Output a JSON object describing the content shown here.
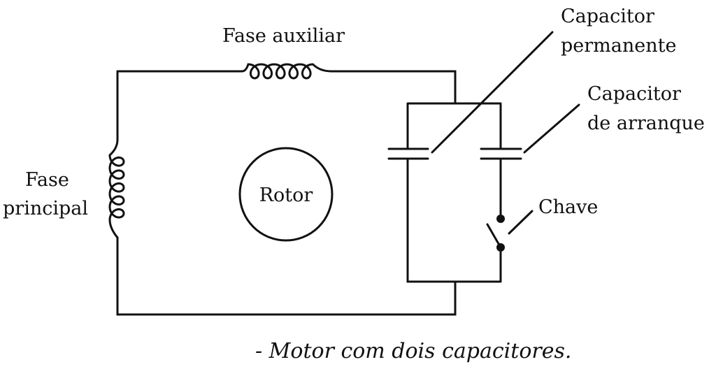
{
  "labels": {
    "fase_auxiliar": "Fase auxiliar",
    "capacitor_permanente_1": "Capacitor",
    "capacitor_permanente_2": "permanente",
    "capacitor_arranque_1": "Capacitor",
    "capacitor_arranque_2": "de arranque",
    "fase_principal_1": "Fase",
    "fase_principal_2": "principal",
    "rotor": "Rotor",
    "chave": "Chave"
  },
  "caption": "- Motor com dois capacitores."
}
